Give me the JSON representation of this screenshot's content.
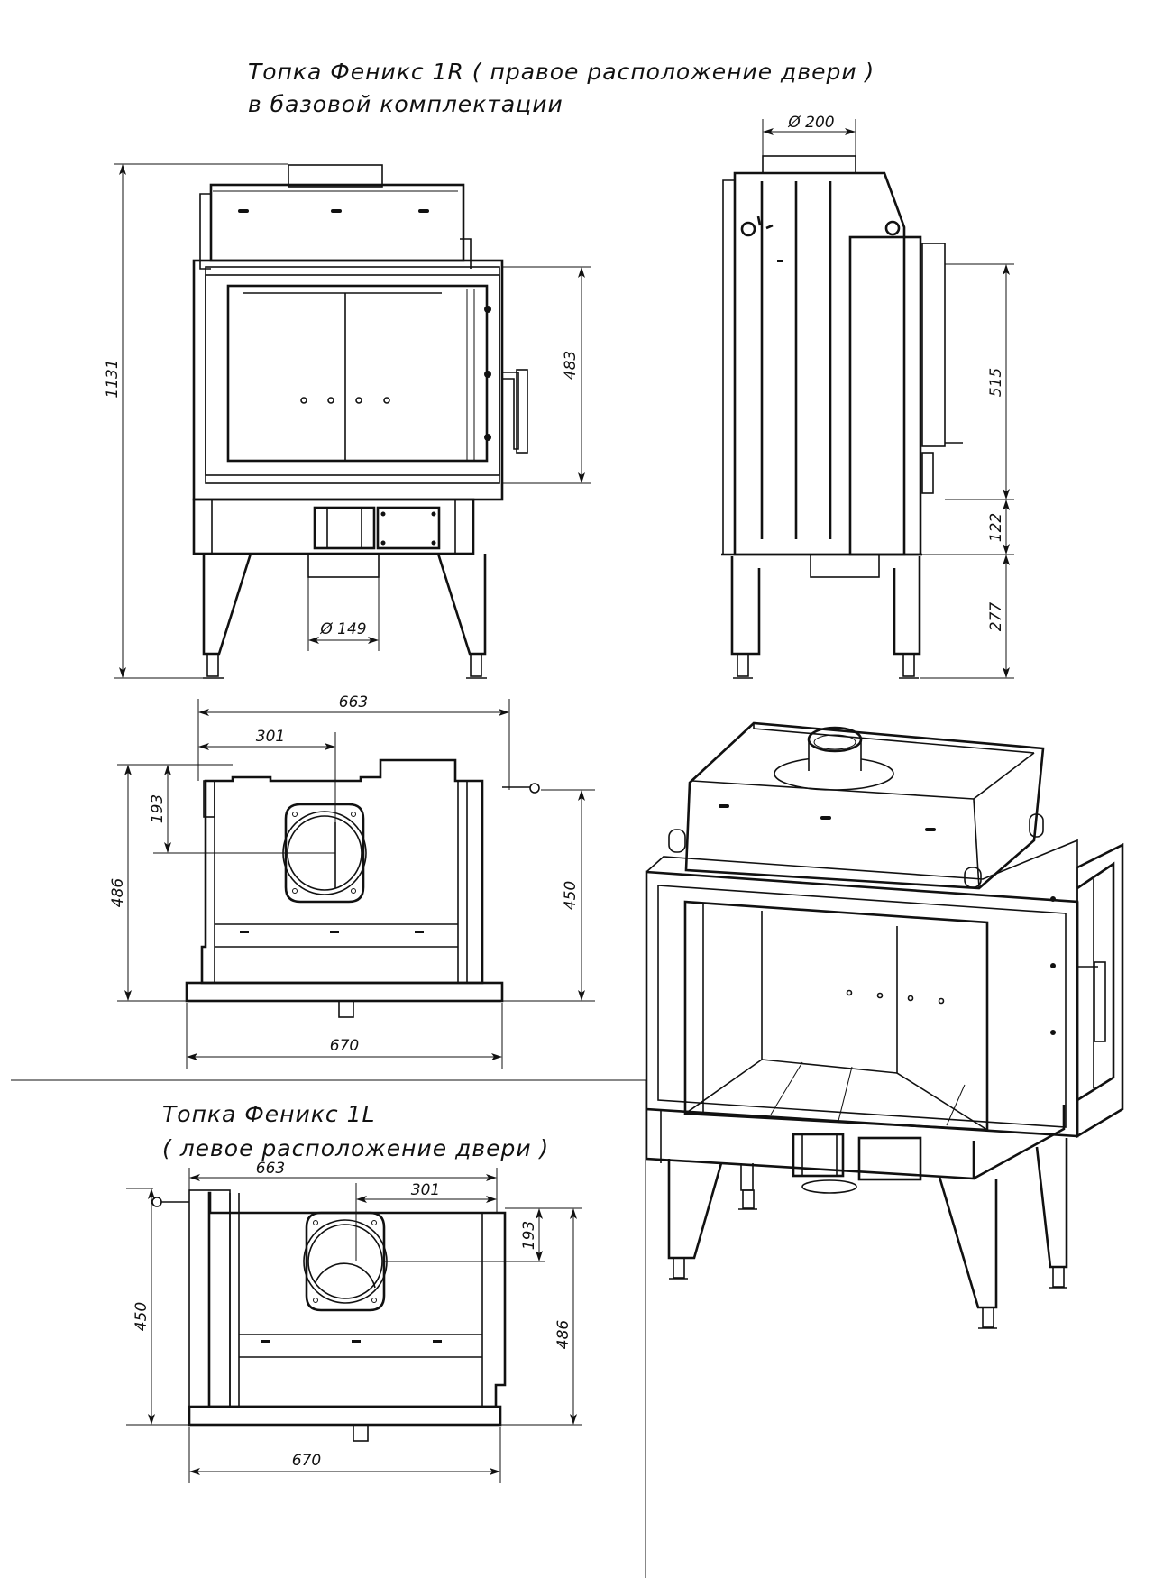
{
  "titles": {
    "right_line1": "Топка Феникс 1R ( правое расположение двери )",
    "right_line2": "в базовой комплектации",
    "left_line1": "Топка Феникс 1L",
    "left_line2": "( левое расположение двери )"
  },
  "front_view": {
    "total_height": "1131",
    "door_height": "483",
    "bottom_outlet_diameter": "Ø 149"
  },
  "side_view": {
    "top_outlet_diameter": "Ø 200",
    "door_height": "515",
    "ash_section_height": "122",
    "leg_height": "277"
  },
  "top_view_right": {
    "width_top": "663",
    "outlet_offset_x": "301",
    "outlet_offset_y": "193",
    "depth_total": "486",
    "depth_door": "450",
    "width_bottom": "670"
  },
  "top_view_left": {
    "width_top": "663",
    "outlet_offset_x": "301",
    "outlet_offset_y": "193",
    "depth_total": "486",
    "depth_door": "450",
    "width_bottom": "670"
  },
  "colors": {
    "line": "#111111",
    "background": "#ffffff"
  }
}
